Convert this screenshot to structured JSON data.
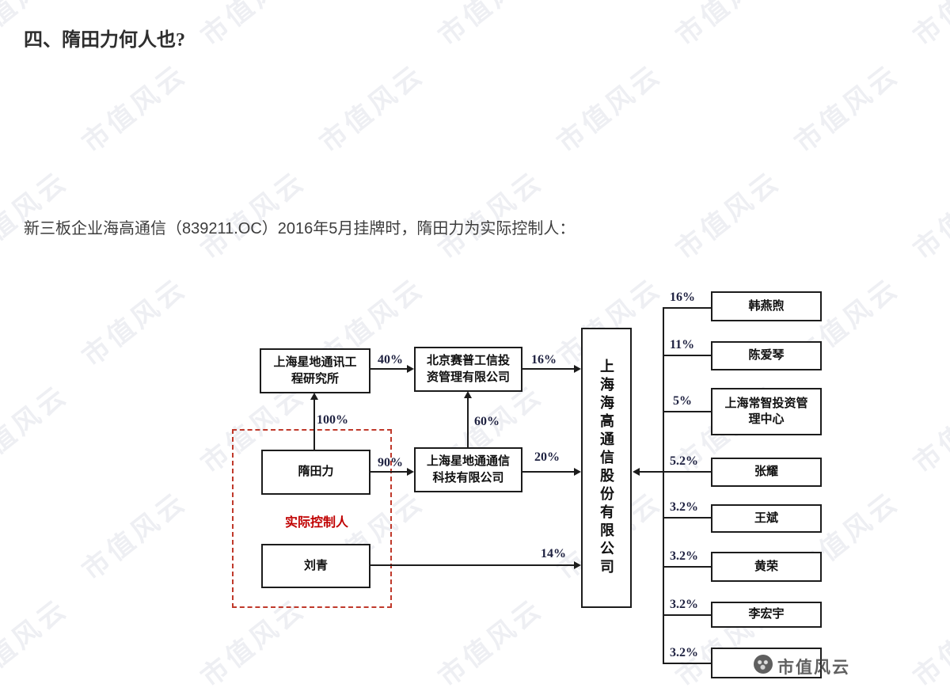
{
  "page": {
    "title": "四、隋田力何人也?",
    "intro": "新三板企业海高通信（839211.OC）2016年5月挂牌时，隋田力为实际控制人："
  },
  "watermark": {
    "text": "市值风云",
    "logo_text": "市值风云"
  },
  "diagram": {
    "boxes": {
      "research_institute": "上海星地通讯工程研究所",
      "beijing_saipu": "北京赛普工信投资管理有限公司",
      "sui_tianli": "隋田力",
      "xingditong_tech": "上海星地通通信科技有限公司",
      "liu_qing": "刘青",
      "center_company": "上海海高通信股份有限公司",
      "actual_controller_label": "实际控制人"
    },
    "edges": {
      "inst_to_saipu": "40%",
      "saipu_to_center": "16%",
      "sui_to_inst": "100%",
      "xdt_to_saipu": "60%",
      "sui_to_xdt": "90%",
      "xdt_to_center": "20%",
      "liu_to_center": "14%"
    },
    "right_shareholders": [
      {
        "pct": "16%",
        "name": "韩燕煦"
      },
      {
        "pct": "11%",
        "name": "陈爱琴"
      },
      {
        "pct": "5%",
        "name": "上海常智投资管理中心"
      },
      {
        "pct": "5.2%",
        "name": "张耀"
      },
      {
        "pct": "3.2%",
        "name": "王斌"
      },
      {
        "pct": "3.2%",
        "name": "黄荣"
      },
      {
        "pct": "3.2%",
        "name": "李宏宇"
      },
      {
        "pct": "3.2%",
        "name": ""
      }
    ],
    "colors": {
      "controller_red": "#c0392b",
      "line": "#1c1c1c"
    }
  }
}
